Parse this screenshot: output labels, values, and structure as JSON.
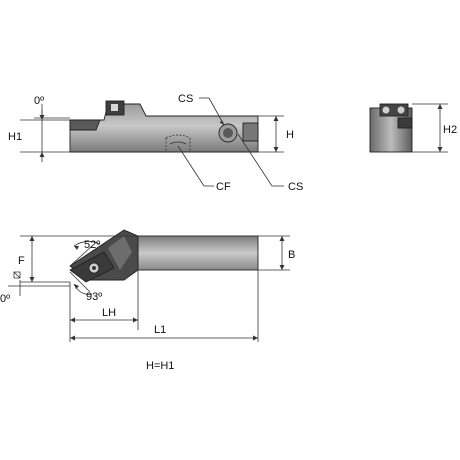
{
  "labels": {
    "angle_0_top": "0º",
    "h1_left": "H1",
    "cs_top": "CS",
    "h_right": "H",
    "h2": "H2",
    "cf": "CF",
    "cs_bottom": "CS",
    "angle_52": "52º",
    "f": "F",
    "b": "B",
    "angle_93": "93º",
    "angle_0_bottom": "0º",
    "lh": "LH",
    "l1": "L1",
    "note": "H=H1"
  },
  "colors": {
    "body_dark": "#4a4a4a",
    "body_mid": "#8c8c8c",
    "body_light": "#bdbdbd",
    "line": "#333333"
  }
}
